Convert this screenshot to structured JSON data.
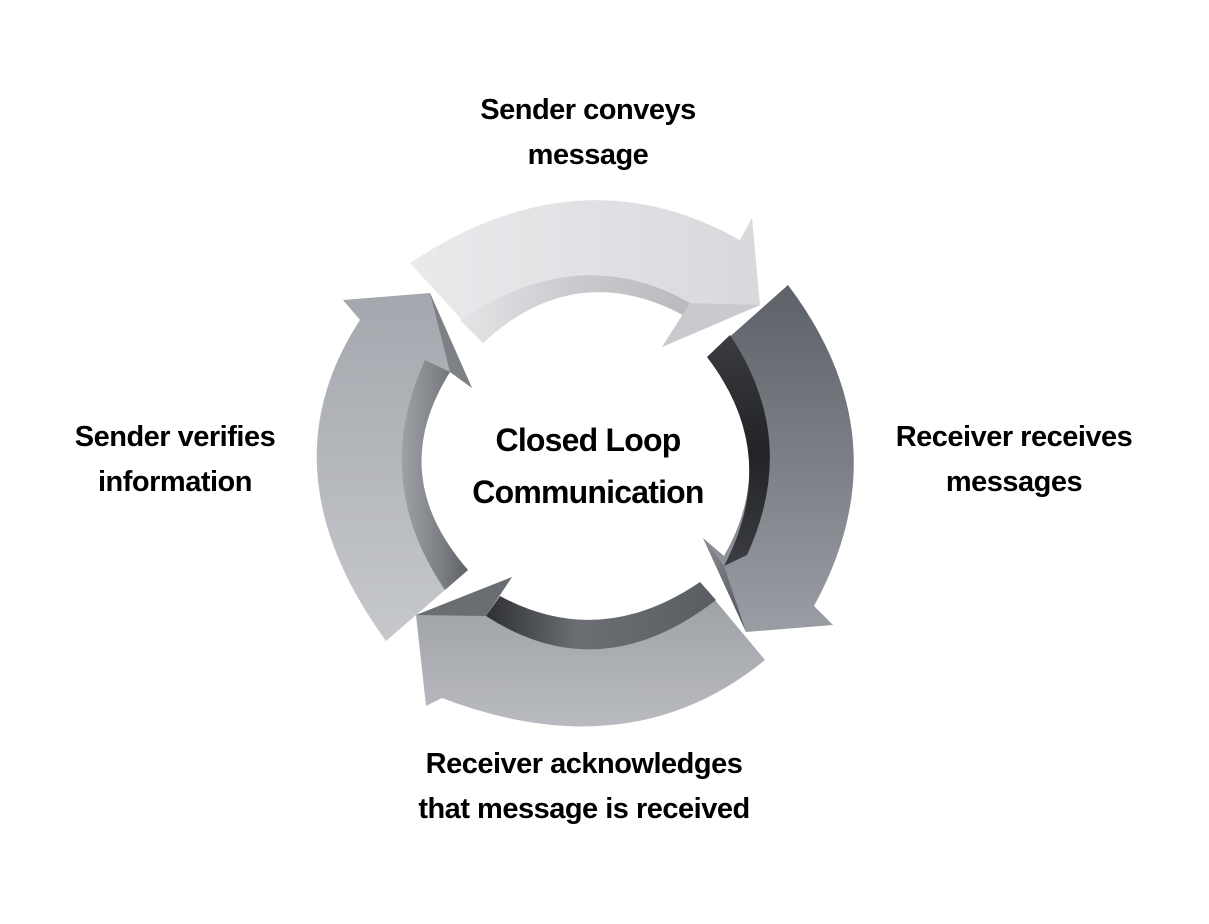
{
  "title": {
    "line1": "Closed Loop",
    "line2": "Communication"
  },
  "steps": [
    {
      "line1": "Sender conveys",
      "line2": "message"
    },
    {
      "line1": "Receiver receives",
      "line2": "messages"
    },
    {
      "line1": "Receiver acknowledges",
      "line2": "that message is received"
    },
    {
      "line1": "Sender verifies",
      "line2": "information"
    }
  ],
  "colors": {
    "background": "#ffffff",
    "text": "#000000",
    "arrow_top": "#e0e1e4",
    "arrow_right": "#6e7279",
    "arrow_bottom": "#a6a9af",
    "arrow_left": "#b5b8bd"
  }
}
